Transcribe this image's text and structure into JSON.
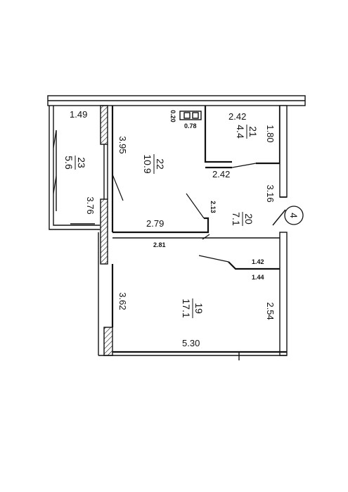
{
  "plan": {
    "rooms": [
      {
        "id": "23",
        "number": "23",
        "area": "5.6"
      },
      {
        "id": "22",
        "number": "22",
        "area": "10.9"
      },
      {
        "id": "21",
        "number": "21",
        "area": "4.4"
      },
      {
        "id": "20",
        "number": "20",
        "area": "7.1"
      },
      {
        "id": "19",
        "number": "19",
        "area": "17.1"
      }
    ],
    "dimensions": {
      "d_1_49": "1.49",
      "d_3_95": "3.95",
      "d_3_76": "3.76",
      "d_0_20": "0.20",
      "d_0_78": "0.78",
      "d_2_42_top": "2.42",
      "d_1_80": "1.80",
      "d_2_42_mid": "2.42",
      "d_3_16": "3.16",
      "d_2_13": "2.13",
      "d_2_79": "2.79",
      "d_2_81": "2.81",
      "d_1_42": "1.42",
      "d_1_44": "1.44",
      "d_3_62": "3.62",
      "d_2_54": "2.54",
      "d_5_30": "5.30"
    },
    "marker": "4"
  }
}
